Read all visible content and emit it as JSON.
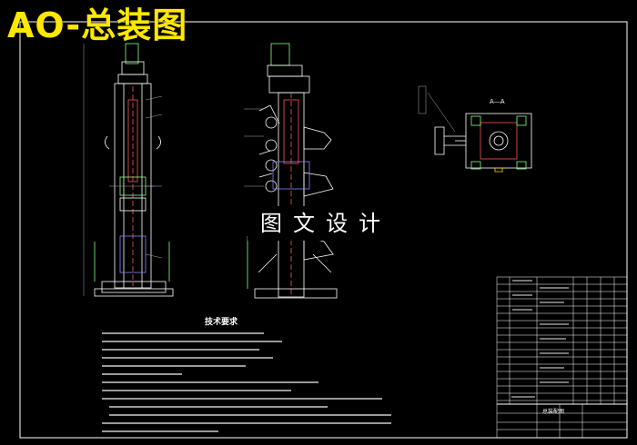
{
  "overlay_title": "AO-总装图",
  "watermark": "图文设计",
  "tech_requirements_title": "技术要求",
  "section_view_label": "A—A",
  "title_block_name": "总装配图"
}
